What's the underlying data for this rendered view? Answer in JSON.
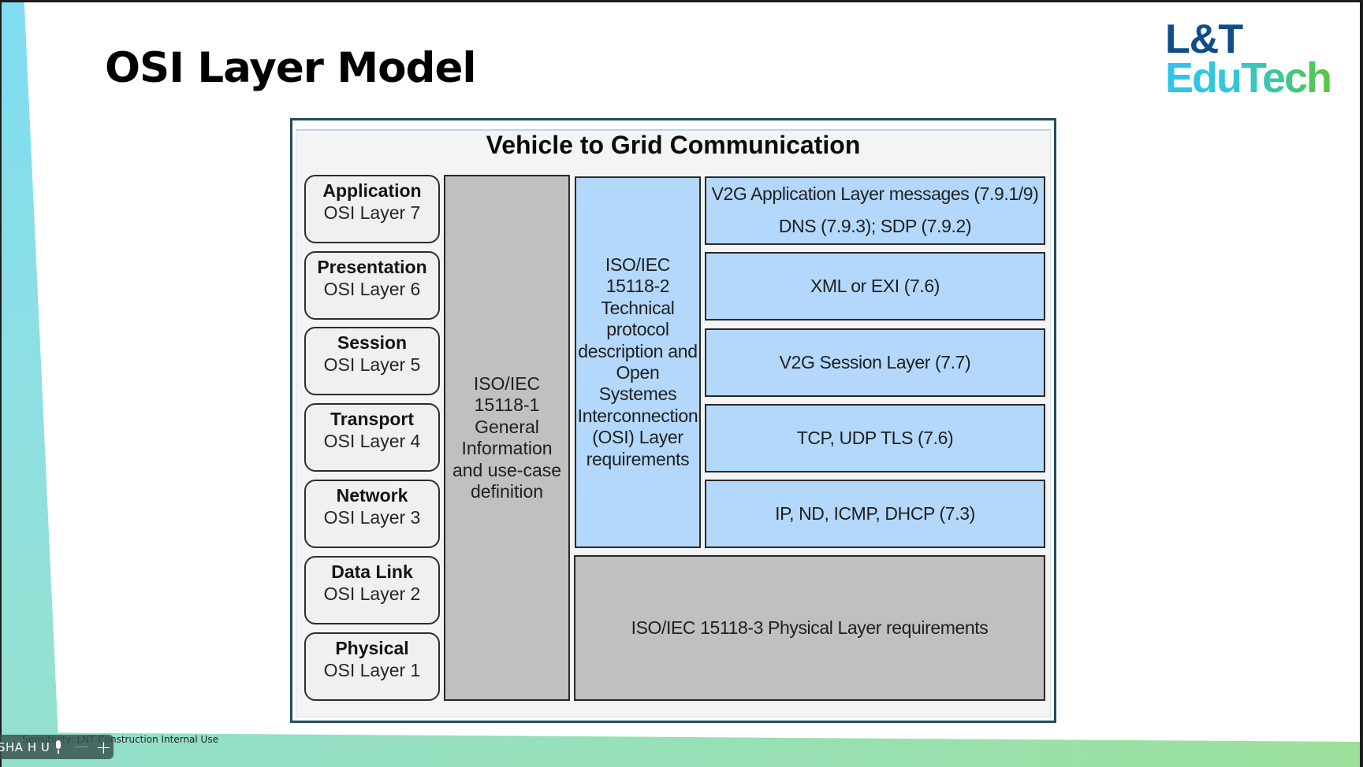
{
  "slide": {
    "title": "OSI Layer Model",
    "logo": {
      "line1": "L&T",
      "line2": "EduTech"
    },
    "footer": {
      "sensitivity": "Sensitivity: LNT Construction Internal Use"
    }
  },
  "diagram": {
    "title": "Vehicle to Grid Communication",
    "osi_layers": [
      {
        "name": "Application",
        "label": "OSI Layer 7"
      },
      {
        "name": "Presentation",
        "label": "OSI Layer 6"
      },
      {
        "name": "Session",
        "label": "OSI Layer 5"
      },
      {
        "name": "Transport",
        "label": "OSI Layer 4"
      },
      {
        "name": "Network",
        "label": "OSI Layer 3"
      },
      {
        "name": "Data Link",
        "label": "OSI Layer 2"
      },
      {
        "name": "Physical",
        "label": "OSI Layer 1"
      }
    ],
    "part1": "ISO/IEC\n15118-1\nGeneral\nInformation\nand use-case\ndefinition",
    "part2": "ISO/IEC\n15118-2\nTechnical\nprotocol\ndescription and\nOpen\nSystemes\nInterconnection\n(OSI) Layer\nrequirements",
    "protocols": [
      {
        "line1": "V2G Application Layer messages (7.9.1/9)",
        "line2": "DNS (7.9.3); SDP (7.9.2)"
      },
      {
        "line1": "XML or EXI (7.6)"
      },
      {
        "line1": "V2G Session Layer (7.7)"
      },
      {
        "line1": "TCP, UDP TLS (7.6)"
      },
      {
        "line1": "IP, ND,  ICMP, DHCP (7.3)"
      }
    ],
    "part3": "ISO/IEC 15118-3 Physical Layer requirements"
  },
  "meeting_overlay": {
    "participant": "SHA H U",
    "icons": [
      "mic-icon",
      "minus-icon",
      "plus-icon"
    ]
  },
  "colors": {
    "accent_blue": "#b3d8fb",
    "accent_gray": "#c0c0c0",
    "frame_border": "#1f4e5f",
    "logo_dark": "#0f4c8a"
  }
}
